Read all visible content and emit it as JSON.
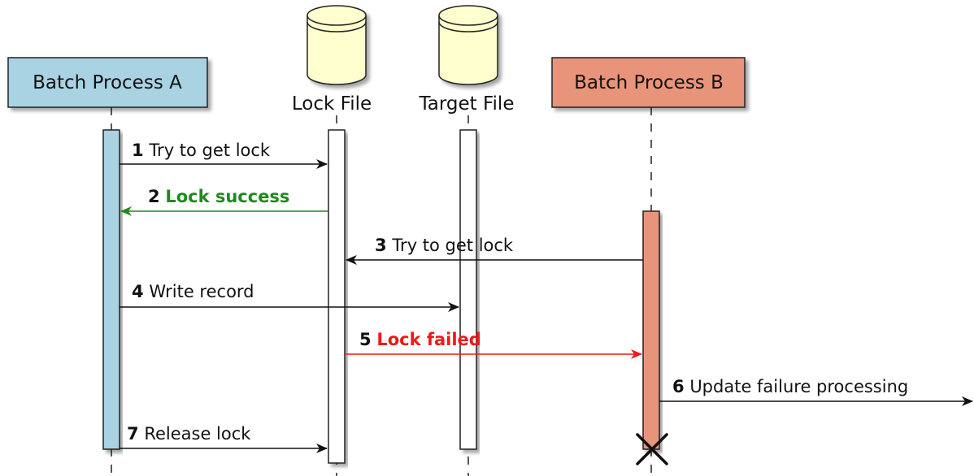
{
  "participants": [
    {
      "id": "a",
      "name": "Batch Process A",
      "kind": "participant",
      "color": "#A9D3E3"
    },
    {
      "id": "lock",
      "name": "Lock File",
      "kind": "database",
      "color": "#FEFECE"
    },
    {
      "id": "target",
      "name": "Target File",
      "kind": "database",
      "color": "#FEFECE"
    },
    {
      "id": "b",
      "name": "Batch Process B",
      "kind": "participant",
      "color": "#E8947A"
    }
  ],
  "messages": [
    {
      "number": "1",
      "text": "Try to get lock",
      "from": "a",
      "to": "lock",
      "color": "#111111",
      "bold": false
    },
    {
      "number": "2",
      "text": "Lock success",
      "from": "lock",
      "to": "a",
      "color": "#1E8A1E",
      "bold": true
    },
    {
      "number": "3",
      "text": "Try to get lock",
      "from": "b",
      "to": "lock",
      "color": "#111111",
      "bold": false
    },
    {
      "number": "4",
      "text": "Write record",
      "from": "a",
      "to": "target",
      "color": "#111111",
      "bold": false
    },
    {
      "number": "5",
      "text": "Lock failed",
      "from": "lock",
      "to": "b",
      "color": "#F01818",
      "bold": true
    },
    {
      "number": "6",
      "text": "Update failure processing",
      "from": "b",
      "to": "out",
      "color": "#111111",
      "bold": false
    },
    {
      "number": "7",
      "text": "Release lock",
      "from": "a",
      "to": "lock",
      "color": "#111111",
      "bold": false
    }
  ],
  "destroyed": "b"
}
